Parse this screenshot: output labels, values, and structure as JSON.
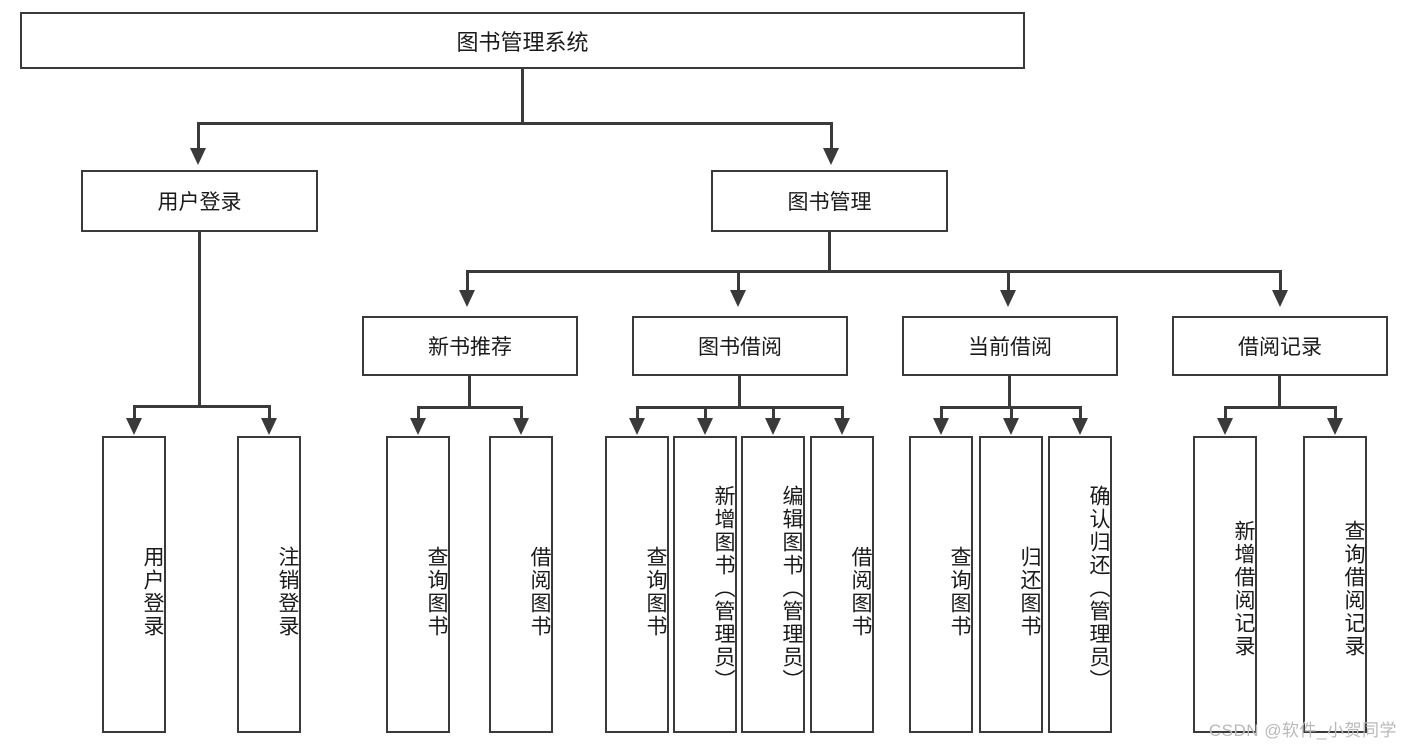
{
  "diagram": {
    "type": "tree-hierarchy-chart",
    "title": "图书管理系统",
    "watermark": "CSDN @软件_小贺同学",
    "colors": {
      "stroke": "#3a3a3a",
      "fill": "#ffffff",
      "text": "#1a1a1a",
      "watermark": "#b9b9b9"
    },
    "root": {
      "label": "图书管理系统"
    },
    "level2": [
      {
        "id": "user-login",
        "label": "用户登录"
      },
      {
        "id": "book-management",
        "label": "图书管理"
      }
    ],
    "level3": [
      {
        "id": "new-book-recommend",
        "label": "新书推荐"
      },
      {
        "id": "book-borrow",
        "label": "图书借阅"
      },
      {
        "id": "current-borrow",
        "label": "当前借阅"
      },
      {
        "id": "borrow-record",
        "label": "借阅记录"
      }
    ],
    "leaves": {
      "user-login": [
        {
          "id": "leaf-user-login",
          "label": "用户登录"
        },
        {
          "id": "leaf-user-logout",
          "label": "注销登录"
        }
      ],
      "new-book-recommend": [
        {
          "id": "leaf-query-book-1",
          "label": "查询图书"
        },
        {
          "id": "leaf-borrow-book-1",
          "label": "借阅图书"
        }
      ],
      "book-borrow": [
        {
          "id": "leaf-query-book-2",
          "label": "查询图书"
        },
        {
          "id": "leaf-add-book",
          "label": "新增图书（管理员）"
        },
        {
          "id": "leaf-edit-book",
          "label": "编辑图书（管理员）"
        },
        {
          "id": "leaf-borrow-book-2",
          "label": "借阅图书"
        }
      ],
      "current-borrow": [
        {
          "id": "leaf-query-book-3",
          "label": "查询图书"
        },
        {
          "id": "leaf-return-book",
          "label": "归还图书"
        },
        {
          "id": "leaf-confirm-return",
          "label": "确认归还（管理员）"
        }
      ],
      "borrow-record": [
        {
          "id": "leaf-add-record",
          "label": "新增借阅记录"
        },
        {
          "id": "leaf-query-record",
          "label": "查询借阅记录"
        }
      ]
    }
  }
}
